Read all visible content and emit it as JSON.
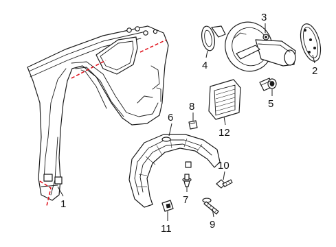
{
  "callouts": [
    {
      "id": "1",
      "label": "1"
    },
    {
      "id": "2",
      "label": "2"
    },
    {
      "id": "3",
      "label": "3"
    },
    {
      "id": "4",
      "label": "4"
    },
    {
      "id": "5",
      "label": "5"
    },
    {
      "id": "6",
      "label": "6"
    },
    {
      "id": "7",
      "label": "7"
    },
    {
      "id": "8",
      "label": "8"
    },
    {
      "id": "9",
      "label": "9"
    },
    {
      "id": "10",
      "label": "10"
    },
    {
      "id": "11",
      "label": "11"
    },
    {
      "id": "12",
      "label": "12"
    }
  ],
  "colors": {
    "line": "#1a1a1a",
    "cut_line": "#e0141e",
    "background": "#ffffff"
  }
}
